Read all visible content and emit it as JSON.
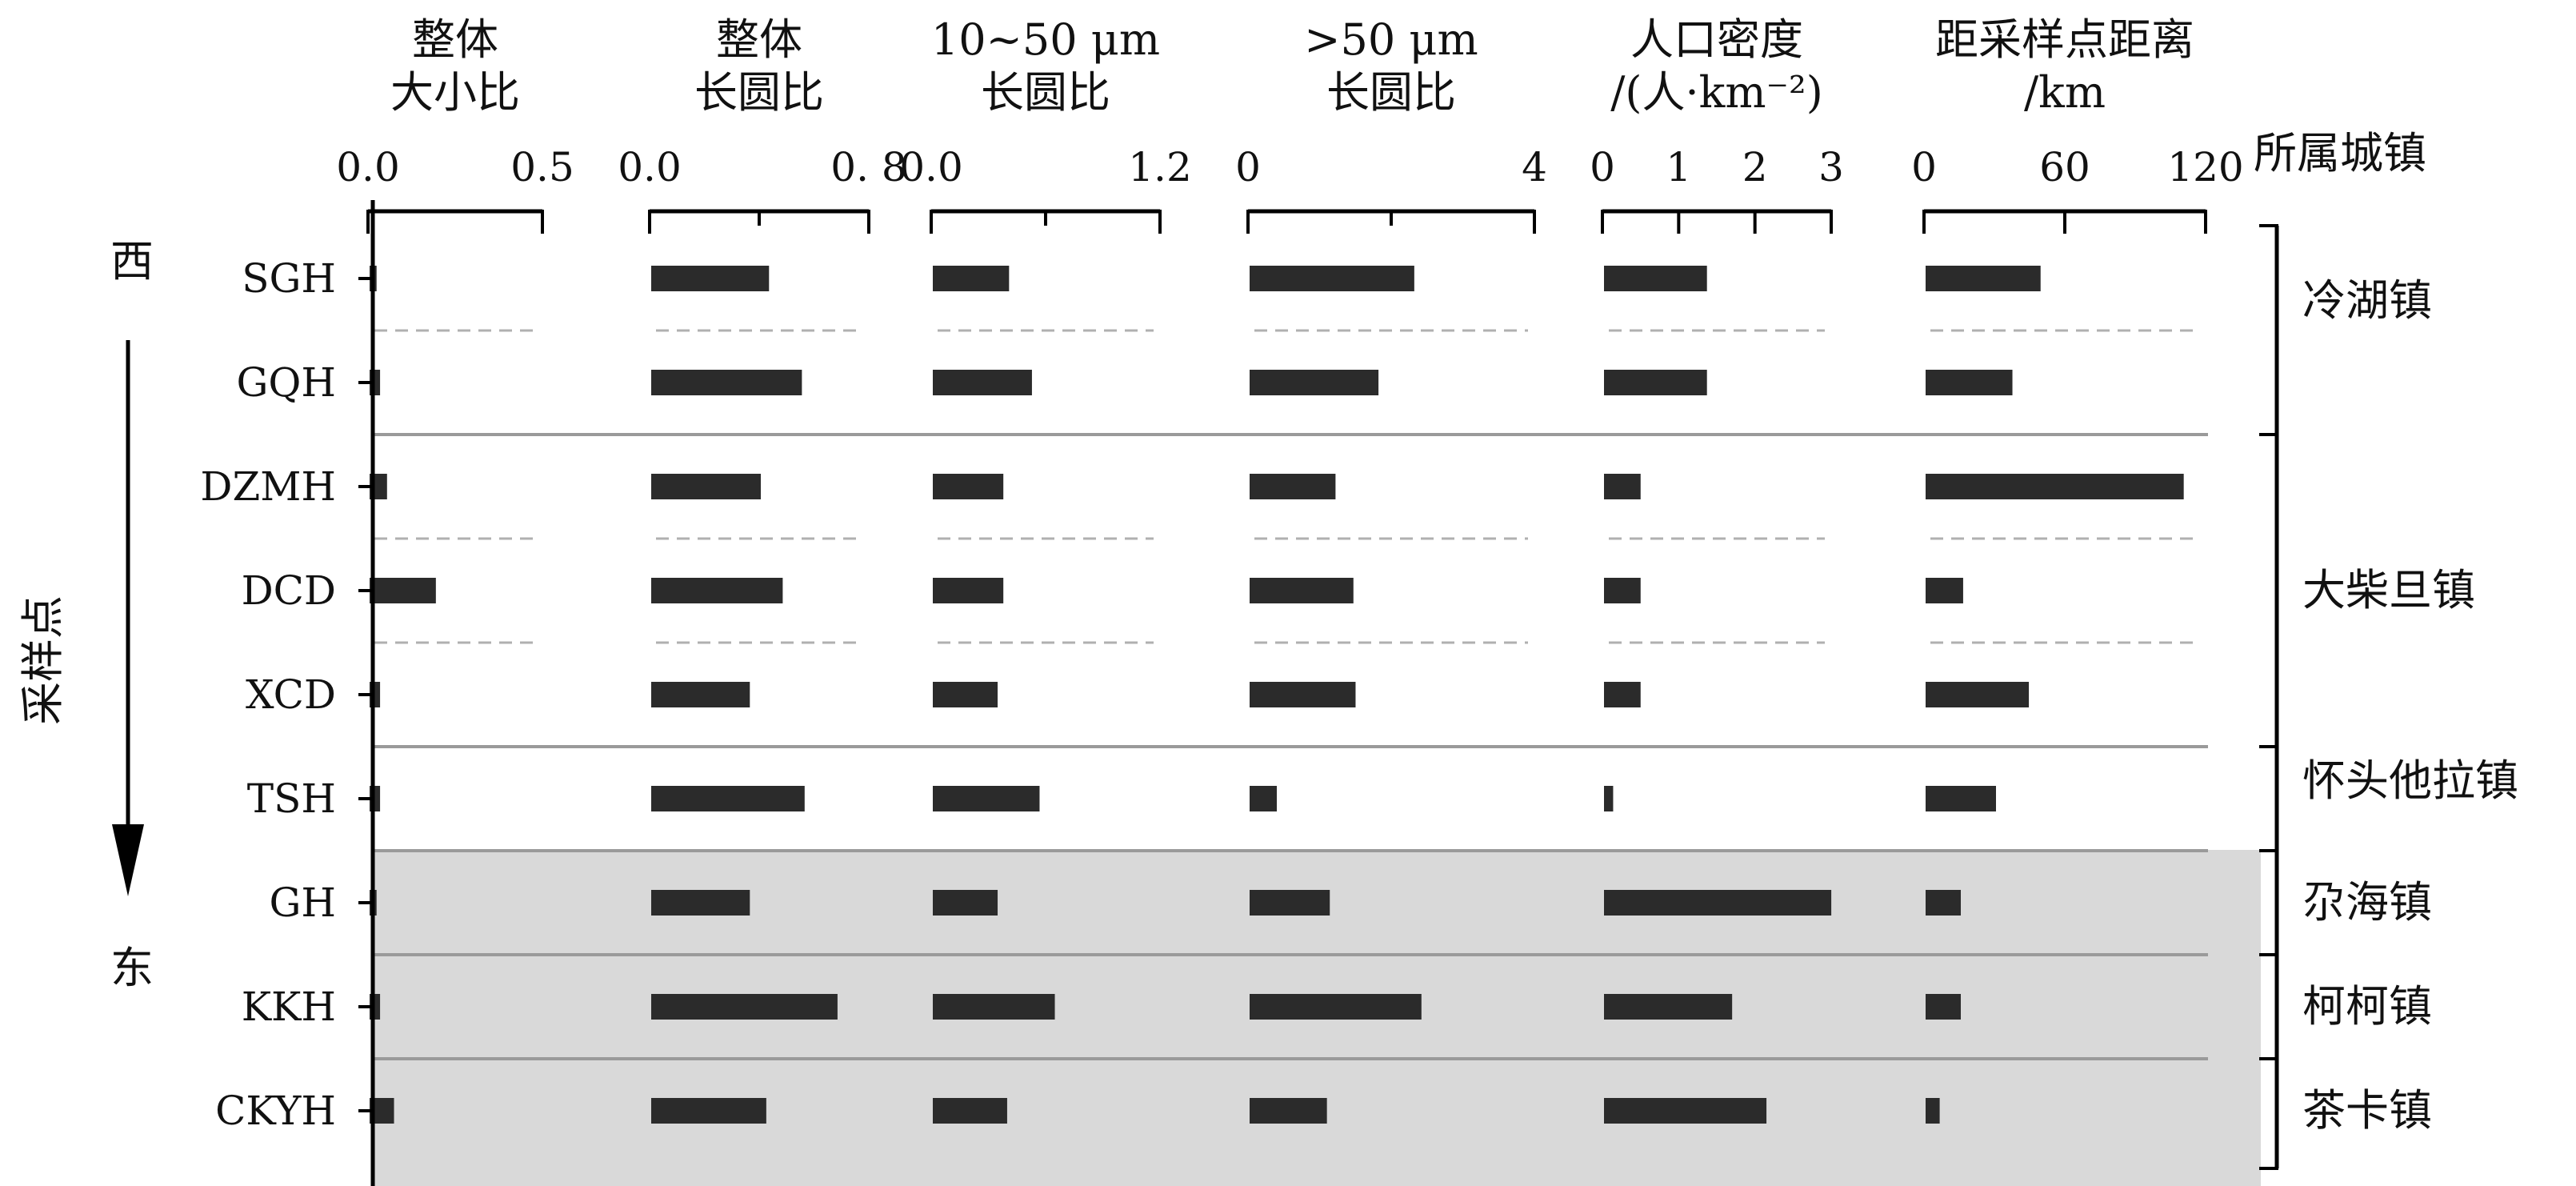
{
  "chart_data": {
    "type": "bar",
    "orientation": "horizontal",
    "town_header": "所属城镇",
    "side_labels": {
      "top": "西",
      "bottom": "东",
      "axis": "采样点"
    },
    "sites": [
      "SGH",
      "GQH",
      "DZMH",
      "DCD",
      "XCD",
      "TSH",
      "GH",
      "KKH",
      "CKYH"
    ],
    "panels": [
      {
        "title": [
          "整体",
          "大小比"
        ],
        "ticks": [
          "0.0",
          "0.5"
        ],
        "tick_values": [
          0,
          0.5
        ],
        "xlim": [
          0,
          0.5
        ],
        "values": [
          0.02,
          0.03,
          0.05,
          0.19,
          0.03,
          0.03,
          0.02,
          0.03,
          0.07
        ]
      },
      {
        "title": [
          "整体",
          "长圆比"
        ],
        "ticks": [
          "0.0",
          "0. 8"
        ],
        "tick_values": [
          0,
          0.8
        ],
        "minor_ticks": [
          0.4
        ],
        "xlim": [
          0,
          0.8
        ],
        "values": [
          0.43,
          0.55,
          0.4,
          0.48,
          0.36,
          0.56,
          0.36,
          0.68,
          0.42
        ]
      },
      {
        "title": [
          "10~50 μm",
          "长圆比"
        ],
        "ticks": [
          "0.0",
          "1.2"
        ],
        "tick_values": [
          0,
          1.2
        ],
        "minor_ticks": [
          0.6
        ],
        "xlim": [
          0,
          1.2
        ],
        "values": [
          0.4,
          0.52,
          0.37,
          0.37,
          0.34,
          0.56,
          0.34,
          0.64,
          0.39
        ]
      },
      {
        "title": [
          ">50 μm",
          "长圆比"
        ],
        "ticks": [
          "0",
          "4"
        ],
        "tick_values": [
          0,
          4
        ],
        "minor_ticks": [
          2
        ],
        "xlim": [
          0,
          4
        ],
        "values": [
          2.3,
          1.8,
          1.2,
          1.45,
          1.48,
          0.38,
          1.12,
          2.4,
          1.08
        ]
      },
      {
        "title": [
          "人口密度",
          "/(人·km⁻²)"
        ],
        "ticks": [
          "0",
          "1",
          "2",
          "3"
        ],
        "tick_values": [
          0,
          1,
          2,
          3
        ],
        "xlim": [
          0,
          3
        ],
        "values": [
          1.35,
          1.35,
          0.48,
          0.48,
          0.48,
          0.12,
          2.98,
          1.68,
          2.13
        ]
      },
      {
        "title": [
          "距采样点距离",
          "/km"
        ],
        "ticks": [
          "0",
          "60",
          "120"
        ],
        "tick_values": [
          0,
          60,
          120
        ],
        "xlim": [
          0,
          120
        ],
        "values": [
          49,
          37,
          110,
          16,
          44,
          30,
          15,
          15,
          6
        ]
      }
    ],
    "towns": [
      {
        "name": "冷湖镇",
        "sites": [
          "SGH",
          "GQH"
        ]
      },
      {
        "name": "大柴旦镇",
        "sites": [
          "DZMH",
          "DCD",
          "XCD"
        ]
      },
      {
        "name": "怀头他拉镇",
        "sites": [
          "TSH"
        ]
      },
      {
        "name": "尕海镇",
        "sites": [
          "GH"
        ]
      },
      {
        "name": "柯柯镇",
        "sites": [
          "KKH"
        ]
      },
      {
        "name": "茶卡镇",
        "sites": [
          "CKYH"
        ]
      }
    ],
    "shaded_sites": [
      "GH",
      "KKH",
      "CKYH"
    ],
    "colors": {
      "bar": "#2b2b2b",
      "shade": "#d9d9d9",
      "divider": "#9a9a9a",
      "axis": "#000000"
    }
  }
}
